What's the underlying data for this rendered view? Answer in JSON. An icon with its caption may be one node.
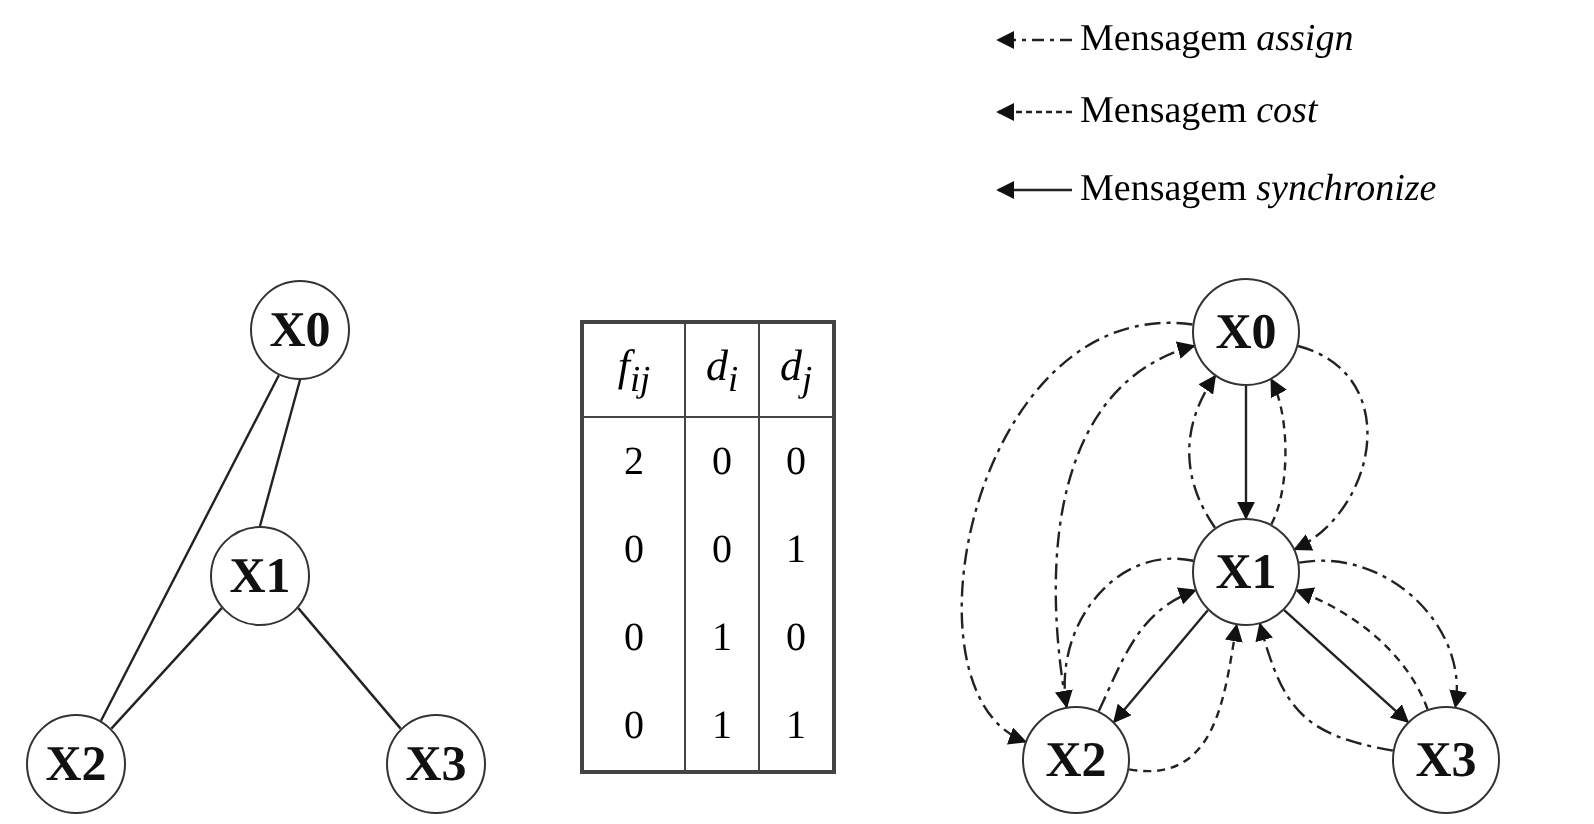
{
  "diagram": {
    "nodes": [
      {
        "text": [
          "X0"
        ]
      },
      {
        "text": [
          "X1"
        ]
      },
      {
        "text": [
          "X2"
        ]
      },
      {
        "text": [
          "X3"
        ]
      },
      {
        "text": [
          "X0"
        ]
      },
      {
        "text": [
          "X1"
        ]
      },
      {
        "text": [
          "X2"
        ]
      },
      {
        "text": [
          "X3"
        ]
      }
    ],
    "edges": [
      {
        "from": 0,
        "to": 1,
        "arrow": "none"
      },
      {
        "from": 0,
        "to": 2,
        "arrow": "none"
      },
      {
        "from": 1,
        "to": 2,
        "arrow": "none"
      },
      {
        "from": 1,
        "to": 3,
        "arrow": "none"
      },
      {
        "from": 4,
        "to": 5,
        "arrow": "to"
      },
      {
        "from": 5,
        "to": 4,
        "arrow": "to",
        "style": "dashed"
      },
      {
        "from": 5,
        "to": 4,
        "arrow": "to",
        "style": "dashed"
      },
      {
        "from": 4,
        "to": 5,
        "arrow": "to",
        "style": "dashed"
      },
      {
        "from": 4,
        "to": 6,
        "arrow": "to",
        "style": "dashed"
      },
      {
        "from": 6,
        "to": 4,
        "arrow": "to",
        "style": "dashed"
      },
      {
        "from": 5,
        "to": 6,
        "arrow": "to"
      },
      {
        "from": 5,
        "to": 6,
        "arrow": "to",
        "style": "dashed"
      },
      {
        "from": 6,
        "to": 5,
        "arrow": "to",
        "style": "dashed"
      },
      {
        "from": 6,
        "to": 5,
        "arrow": "to",
        "style": "dashed"
      },
      {
        "from": 5,
        "to": 7,
        "arrow": "to"
      },
      {
        "from": 5,
        "to": 7,
        "arrow": "to",
        "style": "dashed"
      },
      {
        "from": 7,
        "to": 5,
        "arrow": "to",
        "style": "dashed"
      },
      {
        "from": 7,
        "to": 5,
        "arrow": "to",
        "style": "dashed"
      }
    ],
    "labels": [
      "f$_{ij}$",
      "d$_{i}$",
      "d$_{j}$",
      "2",
      "0",
      "0",
      "0",
      "0",
      "1",
      "0",
      "1",
      "0",
      "0",
      "1",
      "1"
    ],
    "legend": [
      {
        "text": "Mensagem *assign*"
      },
      {
        "text": "Mensagem *cost*"
      },
      {
        "text": "Mensagem *synchronize*"
      }
    ]
  }
}
